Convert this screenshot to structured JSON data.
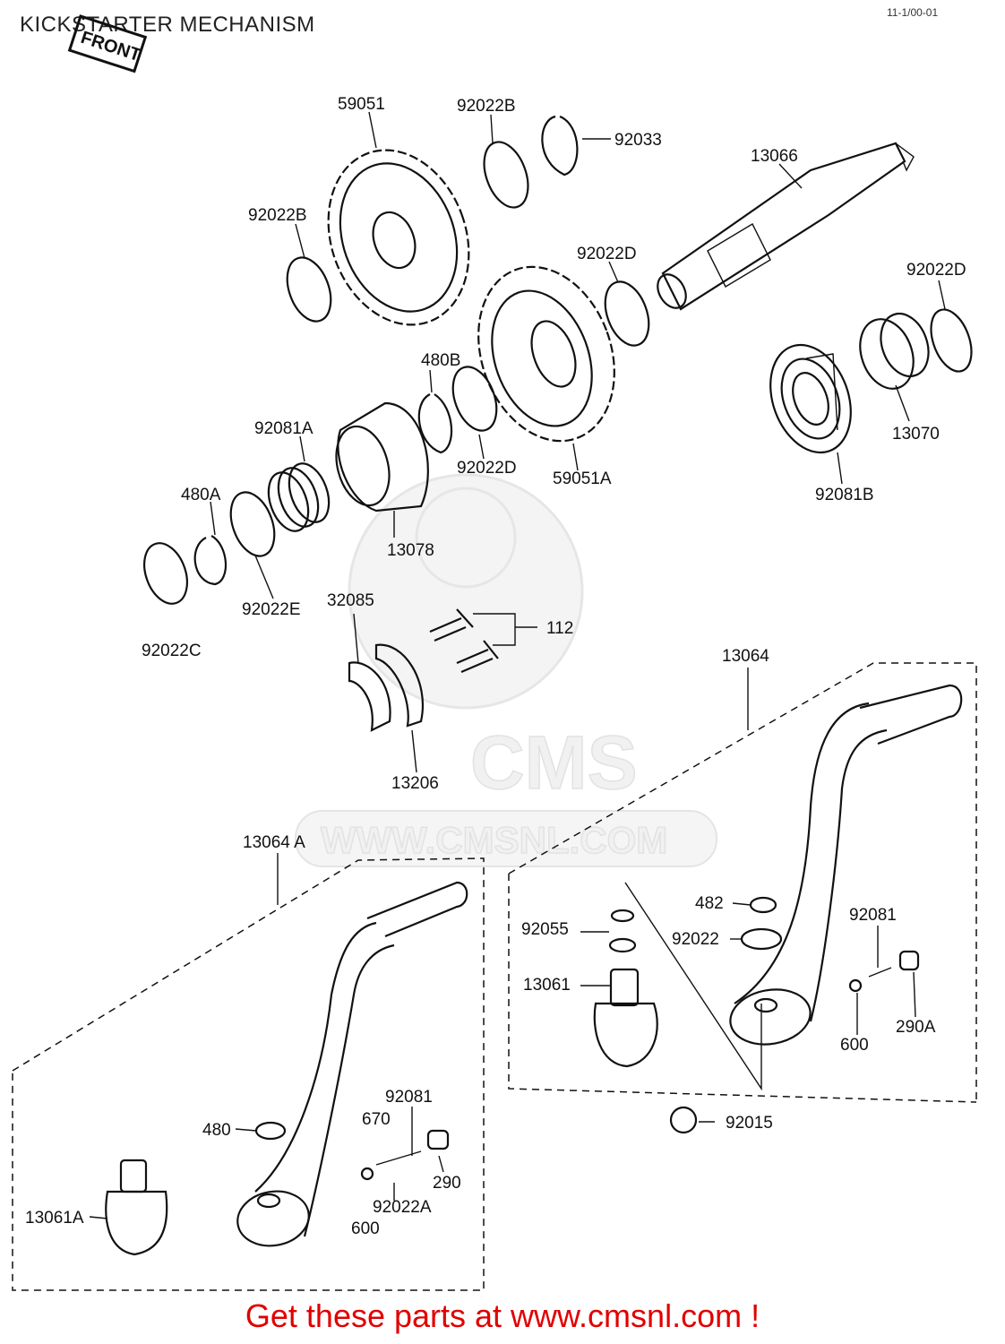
{
  "title": "KICKSTARTER MECHANISM",
  "front_marker": "FRONT",
  "ref_code": "11-1/00-01",
  "watermark": {
    "brand": "CMS",
    "url": "WWW.CMSNL.COM"
  },
  "call_to_action": "Get these parts at www.cmsnl.com !",
  "colors": {
    "cta": "#e00000",
    "line": "#111111"
  },
  "parts": {
    "p59051": "59051",
    "p92022B_top": "92022B",
    "p92033": "92033",
    "p13066": "13066",
    "p92022B_left": "92022B",
    "p92022D_mid": "92022D",
    "p92022D_right": "92022D",
    "p480B": "480B",
    "p92081A": "92081A",
    "p92022D_low": "92022D",
    "p59051A": "59051A",
    "p13070": "13070",
    "p92081B": "92081B",
    "p480A": "480A",
    "p13078": "13078",
    "p92022E": "92022E",
    "p32085": "32085",
    "p112": "112",
    "p92022C": "92022C",
    "p13064": "13064",
    "p13206": "13206",
    "p13064A": "13064 A",
    "p482": "482",
    "p92081_r": "92081",
    "p92055": "92055",
    "p92022": "92022",
    "p13061": "13061",
    "p600_r": "600",
    "p290A": "290A",
    "p92015": "92015",
    "p92081_l": "92081",
    "p670": "670",
    "p480": "480",
    "p290": "290",
    "p92022A": "92022A",
    "p13061A": "13061A",
    "p600_l": "600"
  }
}
